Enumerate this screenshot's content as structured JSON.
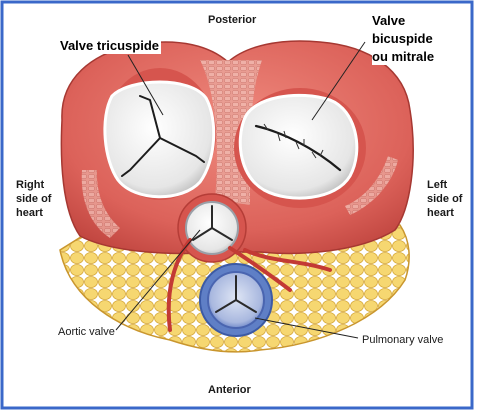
{
  "labels": {
    "posterior": "Posterior",
    "anterior": "Anterior",
    "right_side": [
      "Right",
      "side of",
      "heart"
    ],
    "left_side": [
      "Left",
      "side of",
      "heart"
    ],
    "aortic_valve": "Aortic valve",
    "pulmonary_valve": "Pulmonary valve",
    "tricuspid_valve": "Valve tricuspide",
    "bicuspid_valve": [
      "Valve",
      "bicuspide",
      "ou mitrale"
    ]
  },
  "colors": {
    "muscle": "#e0675e",
    "muscle_dark": "#c4463f",
    "fat": "#f3d36a",
    "valve_white": "#f2f2f2",
    "pulmonary_ring": "#5f7fc6",
    "frame_blue": "#3a68c9"
  }
}
